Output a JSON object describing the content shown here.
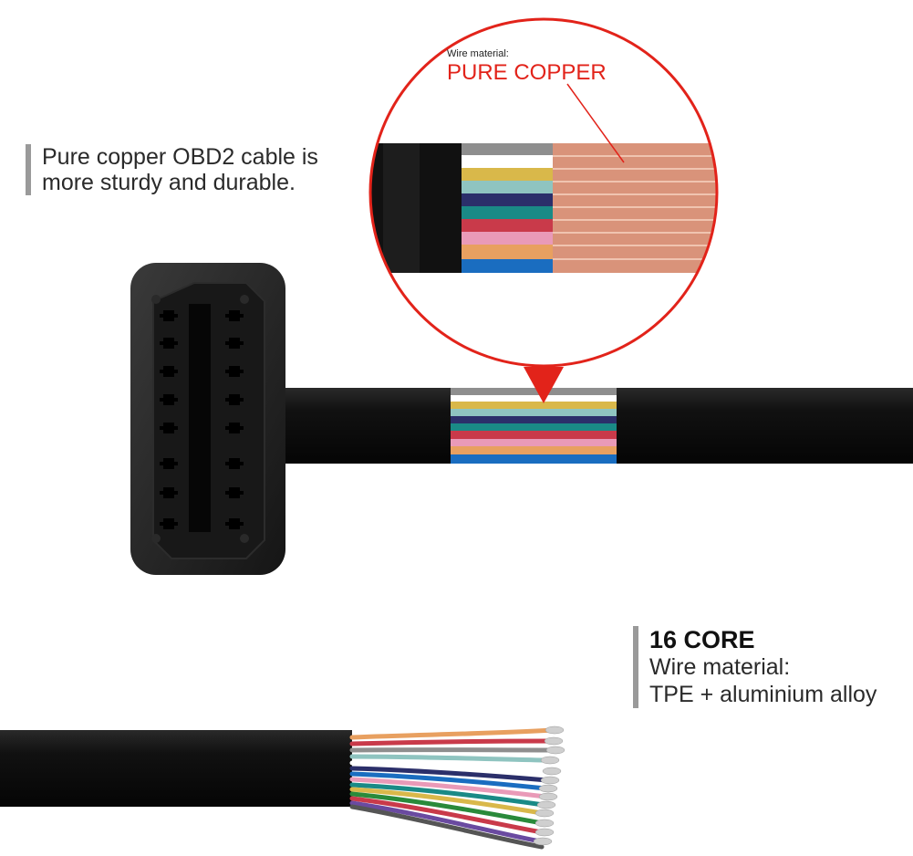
{
  "top_callout": {
    "line1": "Pure copper OBD2 cable is",
    "line2": "more sturdy and durable."
  },
  "zoom": {
    "small_label": "Wire material:",
    "big_label": "PURE COPPER",
    "accent_color": "#e2231a"
  },
  "bottom_callout": {
    "title": "16 CORE",
    "line1": "Wire material:",
    "line2": "TPE + aluminium alloy"
  },
  "wire_colors": [
    "#8e8e8e",
    "#ffffff",
    "#d9b84a",
    "#8fc4c0",
    "#2b2f6a",
    "#1a8a86",
    "#c93a4a",
    "#e99ab8",
    "#e8a060",
    "#1a6dc0"
  ]
}
